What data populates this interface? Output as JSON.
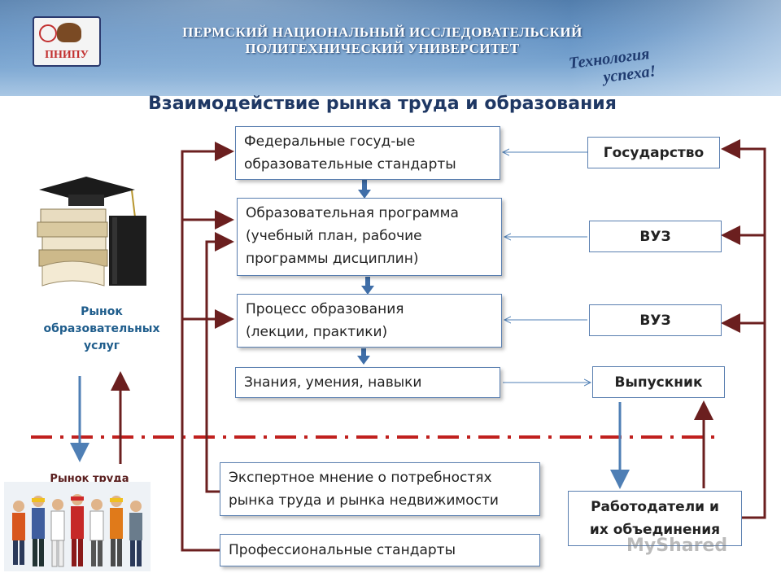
{
  "header": {
    "logo_text": "ПНИПУ",
    "university_line1": "ПЕРМСКИЙ НАЦИОНАЛЬНЫЙ ИССЛЕДОВАТЕЛЬСКИЙ",
    "university_line2": "ПОЛИТЕХНИЧЕСКИЙ УНИВЕРСИТЕТ",
    "slogan_line1": "Технология",
    "slogan_line2": "успеха!"
  },
  "title": "Взаимодействие рынка труда и образования",
  "center_boxes": {
    "federal_standards": {
      "line1": "Федеральные госуд-ые",
      "line2": "образовательные стандарты"
    },
    "educational_program": {
      "line1": "Образовательная программа",
      "line2": "(учебный план, рабочие",
      "line3": "программы дисциплин)"
    },
    "education_process": {
      "line1": "Процесс образования",
      "line2": "(лекции, практики)"
    },
    "knowledge_skills": "Знания, умения, навыки",
    "expert_opinion": {
      "line1": "Экспертное мнение о потребностях",
      "line2": "рынка труда и рынка недвижимости"
    },
    "professional_standards": "Профессиональные стандарты"
  },
  "right_boxes": {
    "state": "Государство",
    "university_1": "ВУЗ",
    "university_2": "ВУЗ",
    "graduate": "Выпускник",
    "employers": {
      "line1": "Работодатели и",
      "line2": "их объединения"
    }
  },
  "left_labels": {
    "education_market": {
      "line1": "Рынок",
      "line2": "образовательных",
      "line3": "услуг"
    },
    "labor_market": "Рынок труда"
  },
  "colors": {
    "dark_red_arrow": "#6b1f1f",
    "blue_arrow": "#4f7fb5",
    "dashed_line": "#c0201e",
    "title": "#1f3864",
    "side_label": "#1f5d8c"
  },
  "watermark": "MyShared"
}
